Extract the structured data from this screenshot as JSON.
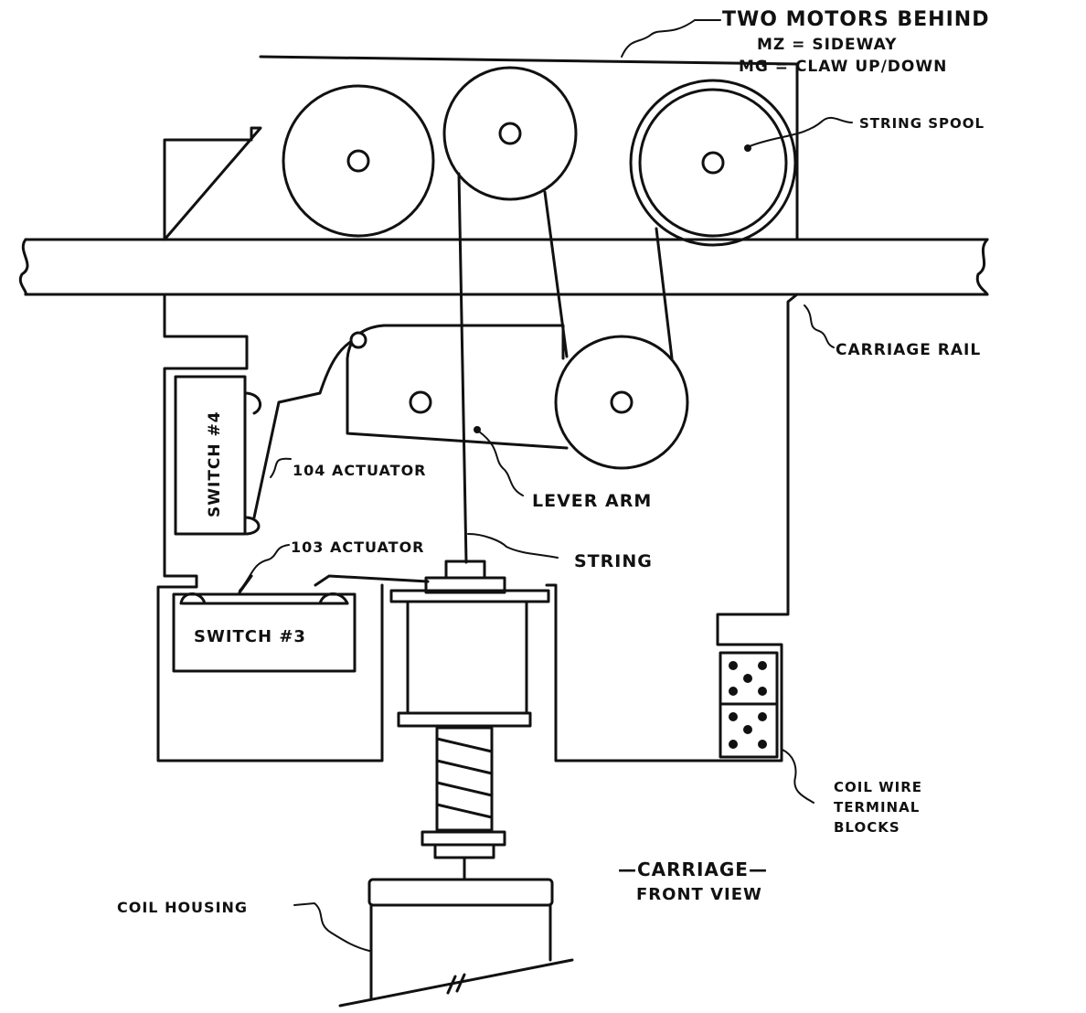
{
  "labels": {
    "motors_title": "TWO MOTORS BEHIND",
    "motors_mz": "MZ = SIDEWAY",
    "motors_mg": "MG = CLAW UP/DOWN",
    "string_spool": "STRING SPOOL",
    "carriage_rail": "CARRIAGE RAIL",
    "lever_arm": "LEVER ARM",
    "string": "STRING",
    "actuator_104": "104 ACTUATOR",
    "actuator_103": "103 ACTUATOR",
    "switch_4": "SWITCH #4",
    "switch_3": "SWITCH #3",
    "coil_wire_1": "COIL WIRE",
    "coil_wire_2": "TERMINAL",
    "coil_wire_3": "BLOCKS",
    "coil_housing": "COIL HOUSING",
    "caption_1": "—CARRIAGE—",
    "caption_2": "FRONT VIEW"
  },
  "colors": {
    "ink": "#111111",
    "paper": "#ffffff"
  }
}
